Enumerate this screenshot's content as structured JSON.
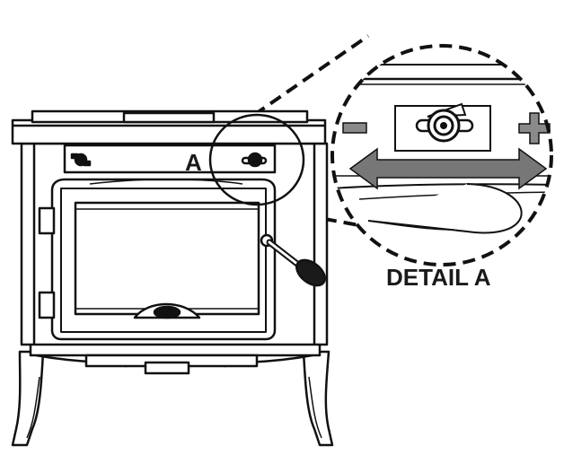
{
  "labels": {
    "callout_letter": "A",
    "detail_caption": "DETAIL A",
    "minus_symbol": "−",
    "plus_symbol": "+"
  },
  "colors": {
    "line": "#111111",
    "fill": "#ffffff",
    "arrow_gray": "#777777",
    "symbol_gray": "#8a8a8a",
    "knob": "#1a1a1a"
  },
  "icons": {
    "adjustment": "double-headed-arrow",
    "decrease": "minus-sign",
    "increase": "plus-sign"
  }
}
